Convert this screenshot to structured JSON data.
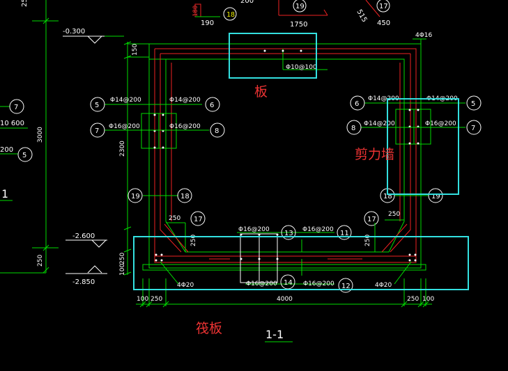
{
  "colors": {
    "background": "#000000",
    "green": "#00dd00",
    "red": "#ee2222",
    "white": "#ffffff",
    "cyan": "#33e0e0",
    "yellow": "#e8e800"
  },
  "top_marks": {
    "m1": "180",
    "m2": "18",
    "m3": "190",
    "m4": "19",
    "m5": "1750",
    "m6": "17",
    "m7": "450",
    "m8": "200",
    "m9": "515"
  },
  "elevations": {
    "top": "-0.300",
    "mid": "-2.600",
    "bot": "-2.850"
  },
  "dims": {
    "h150": "150",
    "h2300": "2300",
    "h3000": "3000",
    "h250a": "250",
    "h250b": "250",
    "h100": "100",
    "h250c": "250",
    "h250_left": "250",
    "h250_right": "250",
    "w100l": "100",
    "w250l": "250",
    "w4000": "4000",
    "w250r": "250",
    "w100r": "100",
    "w250_corner_l": "250",
    "w250_corner_r": "250"
  },
  "rebar": {
    "top_right": "4Φ16",
    "slab": "Φ10@100",
    "l_top_a": "Φ14@200",
    "l_top_b": "Φ14@200",
    "l_mid_a": "Φ16@200",
    "l_mid_b": "Φ16@200",
    "r_top_a": "Φ14@200",
    "r_top_b": "Φ14@200",
    "r_mid_a": "Φ14@200",
    "r_mid_b": "Φ16@200",
    "base_top_a": "Φ16@200",
    "base_top_b": "Φ16@200",
    "base_bot_a": "Φ16@200",
    "base_bot_b": "Φ16@200",
    "corner_l": "4Φ20",
    "corner_r": "4Φ20"
  },
  "left_fragments": {
    "a": "7",
    "b": "10 600",
    "c": "200",
    "d": "5",
    "e": "1"
  },
  "circles": {
    "l5": "5",
    "l6": "6",
    "l7": "7",
    "l8": "8",
    "l19": "19",
    "l18": "18",
    "l17": "17",
    "r6": "6",
    "r5": "5",
    "r8": "8",
    "r7": "7",
    "r18": "18",
    "r19": "19",
    "r17": "17",
    "b13": "13",
    "b11": "11",
    "b14": "14",
    "b12": "12"
  },
  "labels": {
    "slab": "板",
    "shear_wall": "剪力墙",
    "raft": "筏板",
    "section": "1-1"
  }
}
